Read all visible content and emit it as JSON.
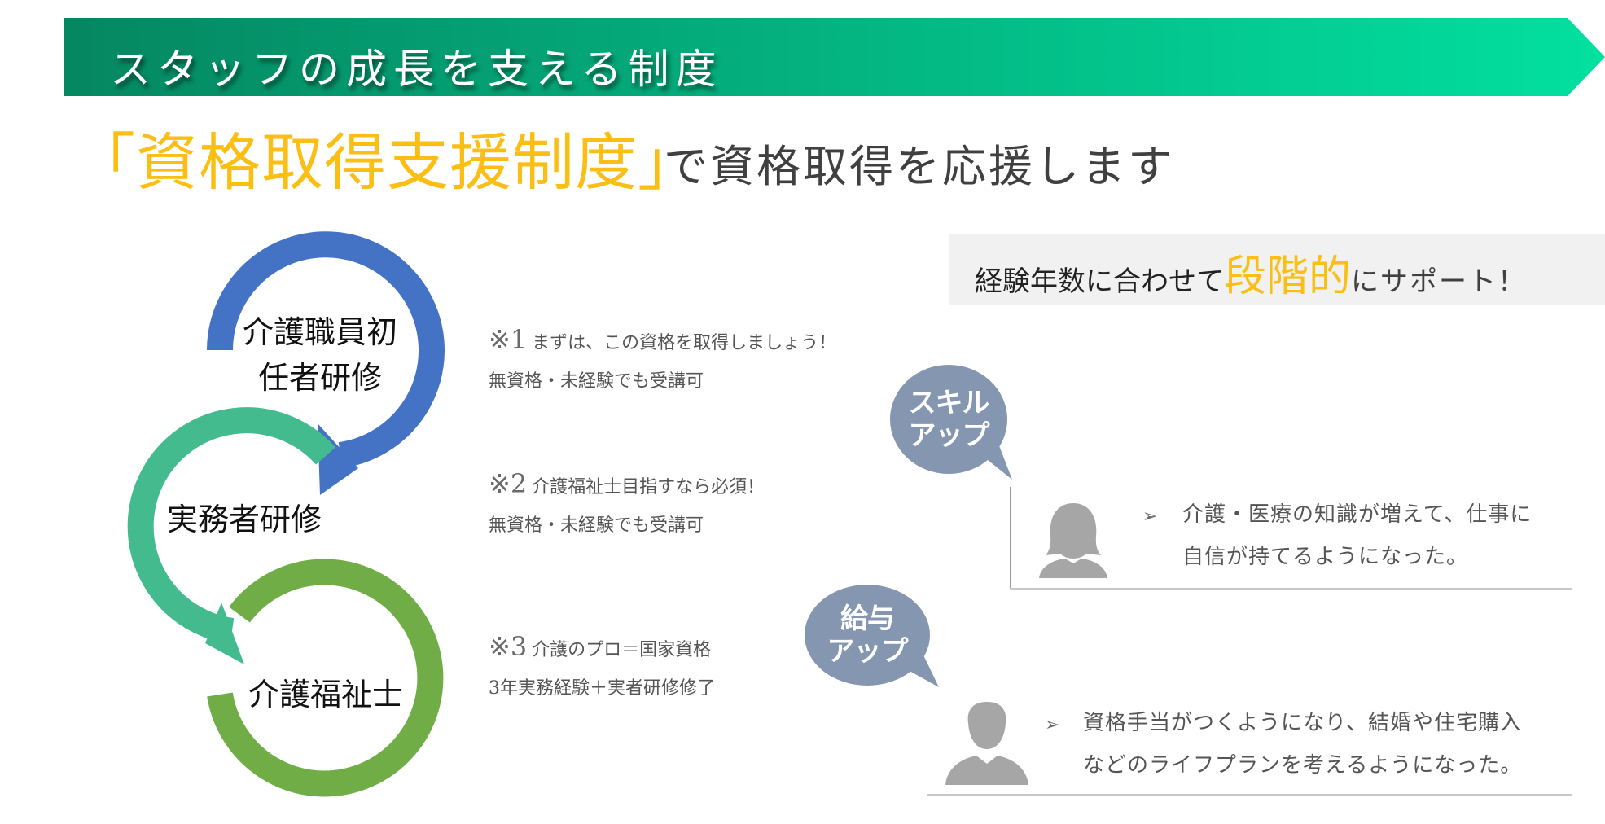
{
  "banner": {
    "title": "スタッフの成長を支える制度",
    "colors": {
      "start": "#058761",
      "end": "#02e0a0"
    }
  },
  "headline": {
    "highlight": "「資格取得支援制度」",
    "rest": "で資格取得を応援します",
    "highlight_color": "#fbbe14"
  },
  "cycle": {
    "steps": [
      {
        "label_line1": "介護職員初",
        "label_line2": "任者研修",
        "color": "#4472c4"
      },
      {
        "label_line1": "実務者研修",
        "color": "#43bb8e"
      },
      {
        "label_line1": "介護福祉士",
        "color": "#70ad47"
      }
    ]
  },
  "notes": [
    {
      "mark": "※1",
      "head": "まずは、この資格を取得しましょう！",
      "sub": "無資格・未経験でも受講可"
    },
    {
      "mark": "※2",
      "head": "介護福祉士目指すなら必須！",
      "sub": "無資格・未経験でも受講可"
    },
    {
      "mark": "※3",
      "head": "介護のプロ＝国家資格",
      "sub": "3年実務経験＋実者研修修了"
    }
  ],
  "support_box": {
    "part1": "経験年数に合わせて",
    "emphasis": "段階的",
    "part2": "にサポート！"
  },
  "testimonials": [
    {
      "bubble_line1": "スキル",
      "bubble_line2": "アップ",
      "avatar_icon": "female-avatar-icon",
      "line1": "介護・医療の知識が増えて、仕事に",
      "line2": "自信が持てるようになった。"
    },
    {
      "bubble_line1": "給与",
      "bubble_line2": "アップ",
      "avatar_icon": "male-avatar-icon",
      "line1": "資格手当がつくようになり、結婚や住宅購入",
      "line2": "などのライフプランを考えるようになった。"
    }
  ],
  "bubble_color": "#8496b0",
  "bullet_glyph": "➢"
}
